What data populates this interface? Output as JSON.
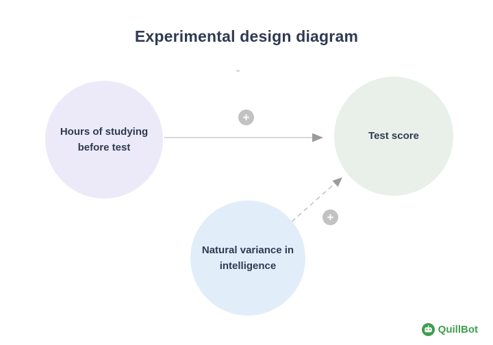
{
  "title": "Experimental design diagram",
  "nodes": {
    "studying": {
      "label_line1": "Hours of studying",
      "label_line2": "before test",
      "color": "#eceaf9"
    },
    "test_score": {
      "label": "Test score",
      "color": "#e8f0e9"
    },
    "intelligence": {
      "label_line1": "Natural variance in",
      "label_line2": "intelligence",
      "color": "#e2edfa"
    }
  },
  "edges": {
    "studying_to_test": {
      "style": "solid",
      "sign": "+"
    },
    "intelligence_to_test": {
      "style": "dashed",
      "sign": "+"
    }
  },
  "colors": {
    "text": "#2f3a52",
    "arrow_line": "#c9c9c9",
    "arrow_head": "#9b9b9b",
    "plus_badge_bg": "#c2c2c2",
    "brand_green": "#3e9e4f"
  },
  "footer": {
    "brand": "QuillBot"
  }
}
